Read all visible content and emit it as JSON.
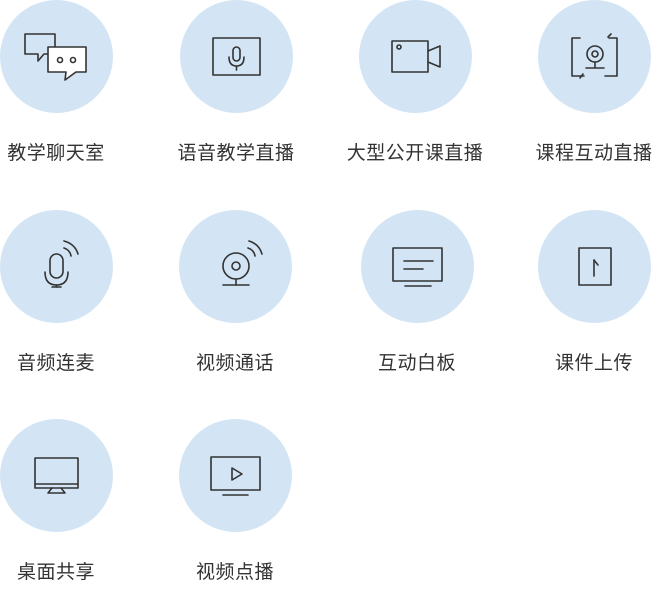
{
  "features": [
    {
      "label": "教学聊天室",
      "icon": "chat-bubbles-icon"
    },
    {
      "label": "语音教学直播",
      "icon": "microphone-screen-icon"
    },
    {
      "label": "大型公开课直播",
      "icon": "video-camera-icon"
    },
    {
      "label": "课程互动直播",
      "icon": "webcam-refresh-icon"
    },
    {
      "label": "音频连麦",
      "icon": "microphone-signal-icon"
    },
    {
      "label": "视频通话",
      "icon": "webcam-signal-icon"
    },
    {
      "label": "互动白板",
      "icon": "whiteboard-icon"
    },
    {
      "label": "课件上传",
      "icon": "upload-document-icon"
    },
    {
      "label": "桌面共享",
      "icon": "desktop-monitor-icon"
    },
    {
      "label": "视频点播",
      "icon": "video-play-icon"
    }
  ]
}
